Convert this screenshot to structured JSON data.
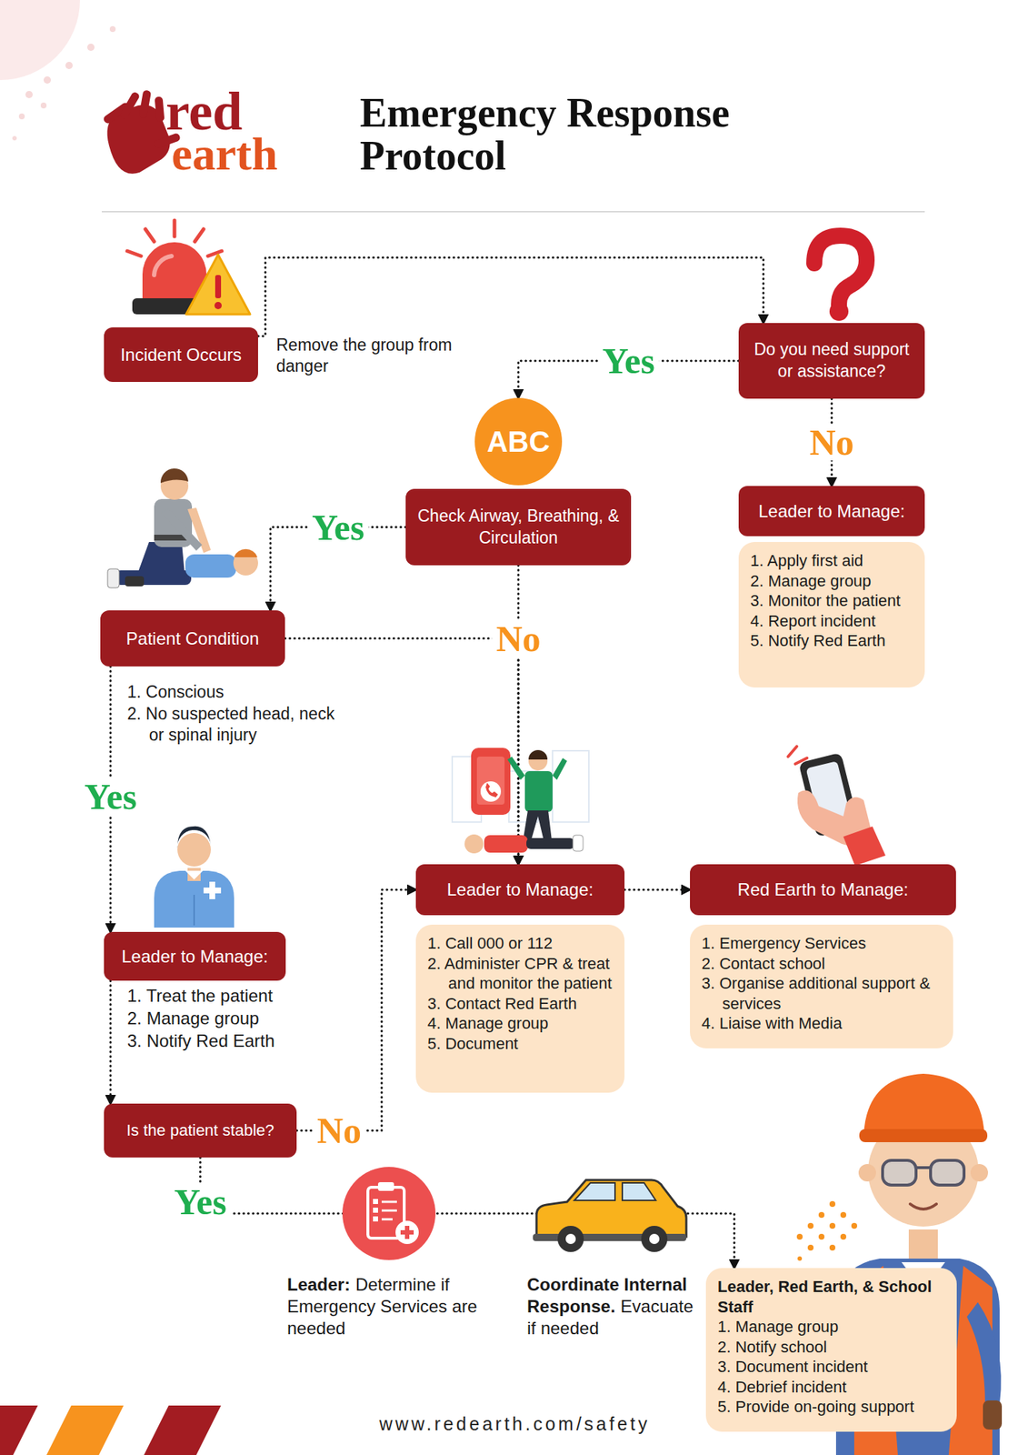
{
  "diagram": {
    "title": "Emergency Response Protocol",
    "nodes": [
      {
        "text": [
          "Incident Occurs"
        ]
      },
      {
        "text": [
          "Do you need support or assistance?"
        ]
      },
      {
        "text": [
          "ABC"
        ]
      },
      {
        "text": [
          "Check Airway, Breathing, & Circulation"
        ]
      },
      {
        "text": [
          "Leader to Manage:"
        ]
      },
      {
        "text": [
          "1. Apply first aid",
          "2. Manage group",
          "3. Monitor the patient",
          "4. Report incident",
          "5. Notify Red Earth"
        ]
      },
      {
        "text": [
          "Patient Condition"
        ]
      },
      {
        "text": [
          "Leader to Manage:"
        ]
      },
      {
        "text": [
          "Leader to Manage:"
        ]
      },
      {
        "text": [
          "1. Call 000 or 112",
          "2. Administer CPR & treat and monitor the patient",
          "3. Contact Red Earth",
          "4. Manage group",
          "5. Document"
        ]
      },
      {
        "text": [
          "Red Earth to Manage:"
        ]
      },
      {
        "text": [
          "1. Emergency Services",
          "2. Contact school",
          "3. Organise additional support & services",
          "4. Liaise with Media"
        ]
      },
      {
        "text": [
          "Is the patient stable?"
        ]
      },
      {
        "text": [
          "Leader, Red Earth, & School Staff",
          "1. Manage group",
          "2. Notify school",
          "3. Document incident",
          "4. Debrief incident",
          "5. Provide on-going support"
        ]
      }
    ],
    "edges": [
      {
        "from": 0,
        "to": 1,
        "arrow": "to"
      },
      {
        "from": 1,
        "to": 2,
        "label": "Yes",
        "arrow": "to"
      },
      {
        "from": 1,
        "to": 4,
        "label": "No",
        "arrow": "to"
      },
      {
        "from": 3,
        "to": 6,
        "label": "Yes",
        "arrow": "to"
      },
      {
        "from": 3,
        "to": 8,
        "label": "No",
        "arrow": "to"
      },
      {
        "from": 6,
        "to": 8,
        "arrow": "to"
      },
      {
        "from": 6,
        "to": 7,
        "label": "Yes",
        "arrow": "to"
      },
      {
        "from": 7,
        "to": 12,
        "arrow": "to"
      },
      {
        "from": 12,
        "to": 8,
        "label": "No",
        "arrow": "to"
      },
      {
        "from": 8,
        "to": 10,
        "arrow": "to"
      },
      {
        "from": 12,
        "to": 13,
        "label": "Yes",
        "arrow": "to"
      }
    ],
    "labels": [
      "red",
      "earth",
      "Remove the group from danger",
      "1. Conscious",
      "2. No suspected head, neck or spinal injury",
      "1. Treat the patient",
      "2. Manage group",
      "3. Notify Red Earth",
      "Leader:",
      "Determine if Emergency Services are needed",
      "Coordinate Internal Response.",
      "Evacuate if needed",
      "www.redearth.com/safety"
    ]
  }
}
